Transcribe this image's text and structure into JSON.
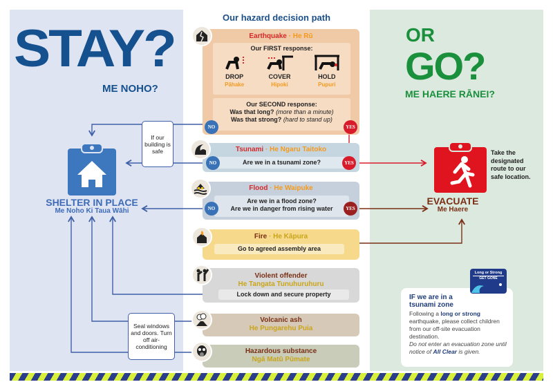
{
  "colors": {
    "stay_blue": "#15508f",
    "go_green": "#1a8f3c",
    "yes_red": "#d81b2a",
    "no_blue": "#3a72b8",
    "evacuate_brown": "#7a2f14"
  },
  "left": {
    "title": "STAY?",
    "subtitle": "ME NOHO?",
    "shelter_title": "SHELTER IN PLACE",
    "shelter_subtitle": "Me Noho Ki Taua Wāhi",
    "building_note": "If our building is safe",
    "seal_note": "Seal windows and doors. Turn off air-conditioning",
    "icon": "clipboard-house-icon"
  },
  "right": {
    "title_or": "OR",
    "title_go": "GO?",
    "subtitle": "ME HAERE RĀNEI?",
    "evacuate_title": "EVACUATE",
    "evacuate_subtitle": "Me Haere",
    "route_note": "Take the designated route to our safe location.",
    "icon": "clipboard-running-person-icon",
    "badge": {
      "line1": "Long or Strong",
      "line2": "GET GONE"
    },
    "tsunami_card": {
      "heading": "IF we are in a tsunami zone",
      "text_pre": "Following a ",
      "text_bold": "long or strong",
      "text_post": " earthquake, please collect children from our off-site evacuation destination.",
      "italic_pre": "Do not enter an evacuation zone until notice of ",
      "italic_bold": "All Clear",
      "italic_post": " is given."
    }
  },
  "center": {
    "title": "Our hazard decision path",
    "no": "NO",
    "yes": "YES",
    "earthquake": {
      "name": "Earthquake",
      "maori": "He Rū",
      "first": "Our FIRST response:",
      "actions": [
        {
          "label": "DROP",
          "maori": "Pāhake"
        },
        {
          "label": "COVER",
          "maori": "Hipoki"
        },
        {
          "label": "HOLD",
          "maori": "Pupuri"
        }
      ],
      "second": "Our SECOND response:",
      "q1": "Was that long?",
      "q1_note": "(more than a minute)",
      "q2": "Was that strong?",
      "q2_note": "(hard to stand up)"
    },
    "tsunami": {
      "name": "Tsunami",
      "maori": "He Ngaru Taitoko",
      "question": "Are we in a tsunami zone?"
    },
    "flood": {
      "name": "Flood",
      "maori": "He Waipuke",
      "q1": "Are we in a flood zone?",
      "q2": "Are we in danger from rising water"
    },
    "fire": {
      "name": "Fire",
      "maori": "He Kāpura",
      "action": "Go to agreed assembly area"
    },
    "violent": {
      "name": "Violent offender",
      "maori": "He Tangata Tunuhuruhuru",
      "action": "Lock down and secure property"
    },
    "volcanic": {
      "name": "Volcanic ash",
      "maori": "He Pungarehu Puia"
    },
    "hazardous": {
      "name": "Hazardous substance",
      "maori": "Ngā Matū Pūmate"
    }
  }
}
